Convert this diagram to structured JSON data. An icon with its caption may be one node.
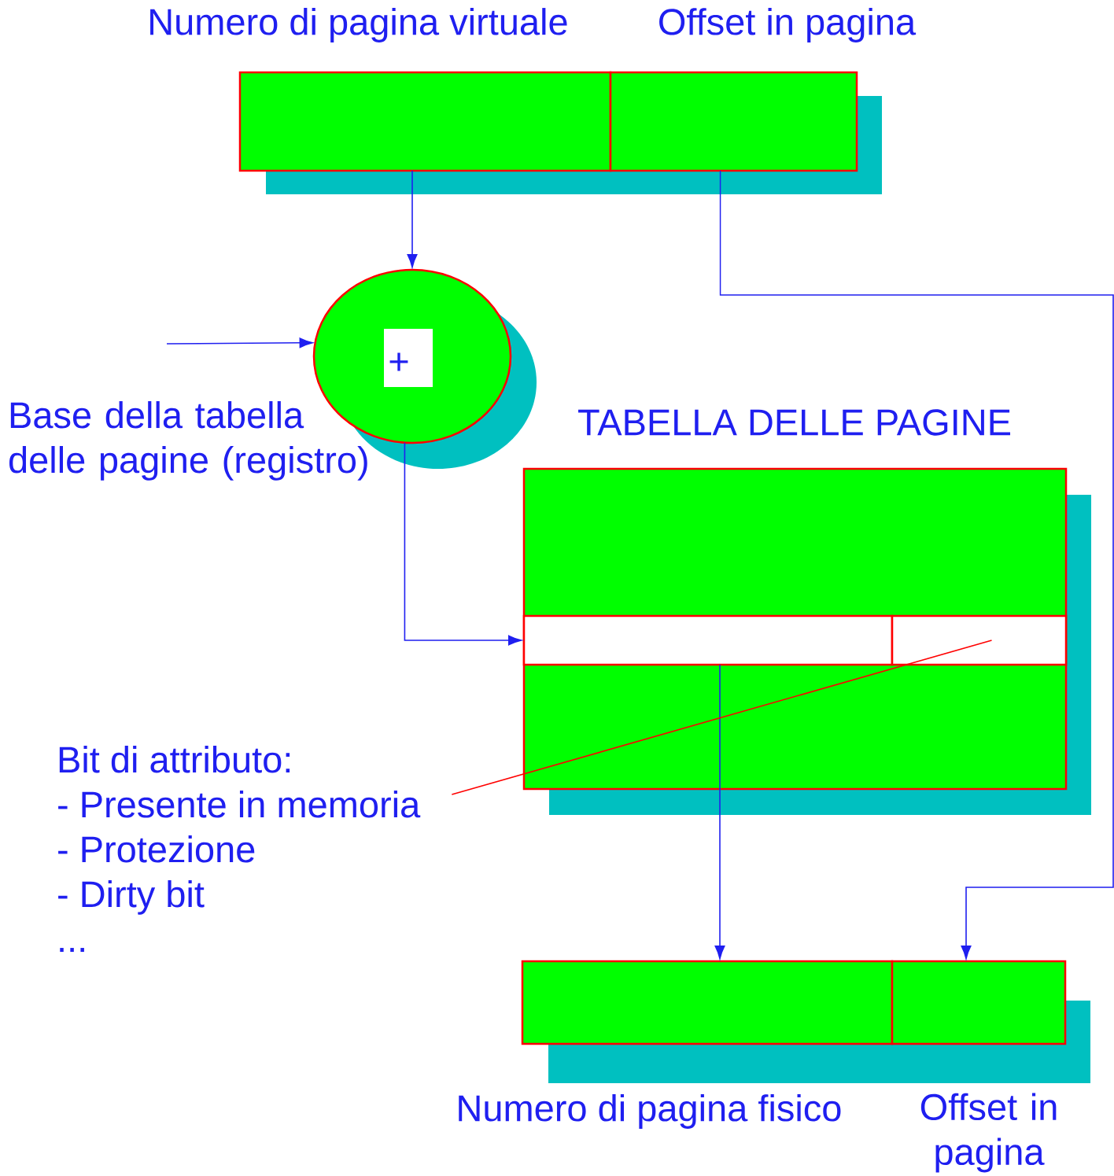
{
  "diagram": {
    "nodes": [
      {
        "text": [
          "Numero di pagina virtuale"
        ]
      },
      {
        "text": [
          "Offset in pagina"
        ]
      },
      {
        "text": [
          "+"
        ]
      },
      {
        "text": [
          "Base della tabella delle pagine (registro)"
        ]
      },
      {
        "text": [
          "TABELLA DELLE PAGINE"
        ]
      },
      {
        "text": [],
        "shape": "box",
        "in": 4
      },
      {
        "text": [],
        "shape": "box",
        "in": 4
      },
      {
        "text": [
          "Bit di attributo:",
          "- Presente in memoria",
          "- Protezione",
          "- Dirty bit",
          "..."
        ]
      },
      {
        "text": [
          "Numero di pagina fisico"
        ]
      },
      {
        "text": [
          "Offset in pagina"
        ]
      }
    ],
    "edges": [
      {
        "from": 0,
        "to": 2,
        "arrow": "to"
      },
      {
        "from": null,
        "to": 2,
        "arrow": "to"
      },
      {
        "from": 2,
        "to": 5,
        "arrow": "to"
      },
      {
        "from": 5,
        "to": 8,
        "arrow": "to"
      },
      {
        "from": 1,
        "to": 9,
        "arrow": "to"
      },
      {
        "from": 7,
        "to": 6,
        "arrow": "none",
        "color": "#ff0000"
      }
    ]
  }
}
